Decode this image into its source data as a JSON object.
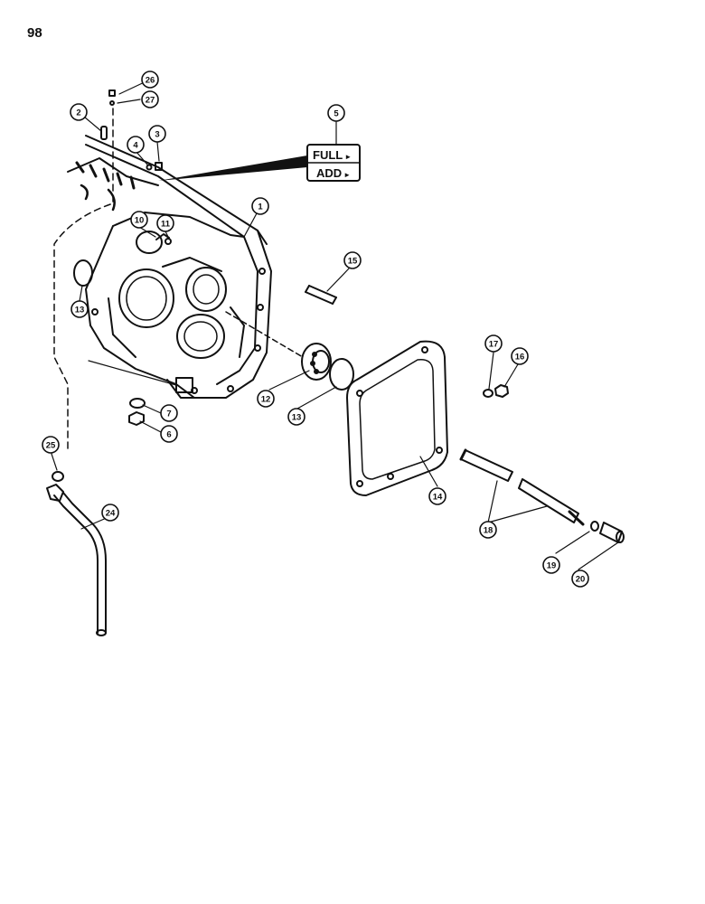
{
  "page_number": "98",
  "dipstick_gauge": {
    "line1": "FULL",
    "line2": "ADD",
    "arrow": "►"
  },
  "callouts": {
    "c1": "1",
    "c2": "2",
    "c3": "3",
    "c4": "4",
    "c5": "5",
    "c6": "6",
    "c7": "7",
    "c10": "10",
    "c11": "11",
    "c12": "12",
    "c13a": "13",
    "c13b": "13",
    "c14": "14",
    "c15": "15",
    "c16": "16",
    "c17": "17",
    "c18": "18",
    "c19": "19",
    "c20": "20",
    "c24": "24",
    "c25": "25",
    "c26": "26",
    "c27": "27"
  },
  "colors": {
    "ink": "#111111",
    "paper": "#ffffff",
    "shade": "#d9d9d9"
  }
}
